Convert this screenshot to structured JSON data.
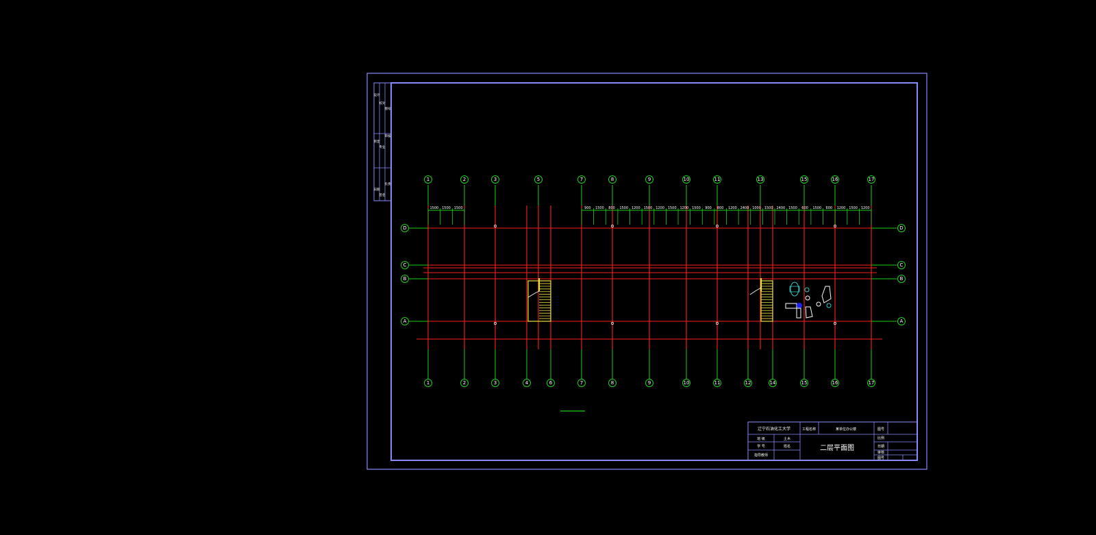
{
  "sheet": {
    "colors": {
      "background": "#000000",
      "frame": "#8a8aff",
      "grid": "#ff2020",
      "axis": "#19d219",
      "stair": "#f0e040",
      "text": "#ffffff"
    }
  },
  "axes": {
    "top_labels": [
      "1",
      "2",
      "3",
      "5",
      "7",
      "8",
      "9",
      "10",
      "11",
      "13",
      "15",
      "16",
      "17"
    ],
    "bottom_labels": [
      "1",
      "2",
      "3",
      "4",
      "6",
      "7",
      "8",
      "9",
      "10",
      "11",
      "12",
      "14",
      "15",
      "16",
      "17"
    ],
    "row_labels": [
      "D",
      "C",
      "B",
      "A"
    ]
  },
  "dimensions": {
    "left_group": [
      "1500",
      "1500",
      "1500"
    ],
    "right_group": [
      "900",
      "1500",
      "800",
      "1500",
      "1200",
      "1500",
      "1200",
      "1500",
      "1200",
      "1500",
      "900",
      "800",
      "1200",
      "2400",
      "1000",
      "1500",
      "2400",
      "1500",
      "600",
      "1500",
      "600",
      "1200",
      "1500",
      "1200"
    ]
  },
  "title_block": {
    "school": "辽宁石油化工大学",
    "project_label": "工程名称",
    "project_name": "某单位办公楼",
    "drawing_no_label": "图号",
    "drawing_title": "二层平面图",
    "rows_left": [
      {
        "label": "班 级",
        "value": "土木"
      },
      {
        "label": "学 号",
        "value": "姓名"
      },
      {
        "label": "指导教师",
        "value": ""
      }
    ],
    "rows_right": [
      "比例",
      "日期",
      "审核",
      "图号"
    ]
  },
  "side_strip": {
    "labels": [
      "设计",
      "校对",
      "审核",
      "审定",
      "专业",
      "负责",
      "日期",
      "签名",
      "图号"
    ]
  }
}
